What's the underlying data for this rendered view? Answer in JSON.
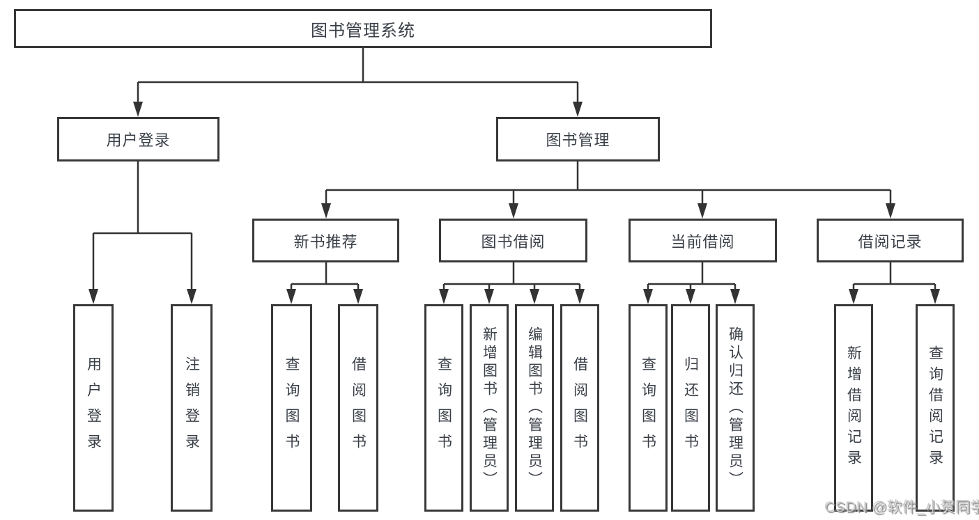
{
  "diagram": {
    "title": "图书管理系统",
    "root": {
      "label": "图书管理系统"
    },
    "level2": [
      {
        "label": "用户登录"
      },
      {
        "label": "图书管理"
      }
    ],
    "level3": [
      {
        "label": "新书推荐"
      },
      {
        "label": "图书借阅"
      },
      {
        "label": "当前借阅"
      },
      {
        "label": "借阅记录"
      }
    ],
    "leaves": [
      {
        "label": "用户登录",
        "parent": "用户登录"
      },
      {
        "label": "注销登录",
        "parent": "用户登录"
      },
      {
        "label": "查询图书",
        "parent": "新书推荐"
      },
      {
        "label": "借阅图书",
        "parent": "新书推荐"
      },
      {
        "label": "查询图书",
        "parent": "图书借阅"
      },
      {
        "label": "新增图书（管理员）",
        "parent": "图书借阅"
      },
      {
        "label": "编辑图书（管理员）",
        "parent": "图书借阅"
      },
      {
        "label": "借阅图书",
        "parent": "图书借阅"
      },
      {
        "label": "查询图书",
        "parent": "当前借阅"
      },
      {
        "label": "归还图书",
        "parent": "当前借阅"
      },
      {
        "label": "确认归还（管理员）",
        "parent": "当前借阅"
      },
      {
        "label": "新增借阅记录",
        "parent": "借阅记录"
      },
      {
        "label": "查询借阅记录",
        "parent": "借阅记录"
      }
    ]
  },
  "colors": {
    "line": "#333333",
    "border": "#383838",
    "text": "#3a3f47",
    "watermark": "#c9c9c9",
    "background": "#ffffff"
  },
  "watermark": "CSDN @软件_小贺同学"
}
